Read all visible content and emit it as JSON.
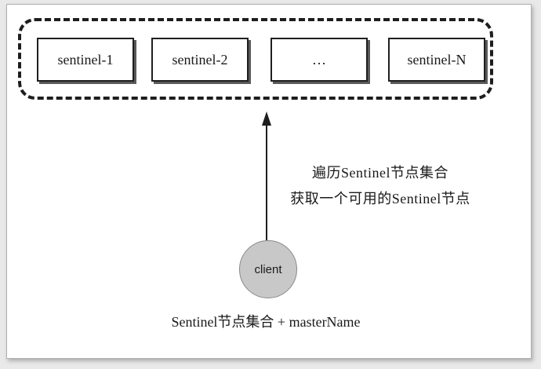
{
  "nodes": [
    {
      "label": "sentinel-1"
    },
    {
      "label": "sentinel-2"
    },
    {
      "label": "…"
    },
    {
      "label": "sentinel-N"
    }
  ],
  "annotation": {
    "line1": "遍历Sentinel节点集合",
    "line2": "获取一个可用的Sentinel节点"
  },
  "client": {
    "label": "client"
  },
  "caption": "Sentinel节点集合 + masterName",
  "colors": {
    "client_fill": "#c8c8c8",
    "stroke": "#1e1e1e",
    "background": "#ffffff"
  }
}
